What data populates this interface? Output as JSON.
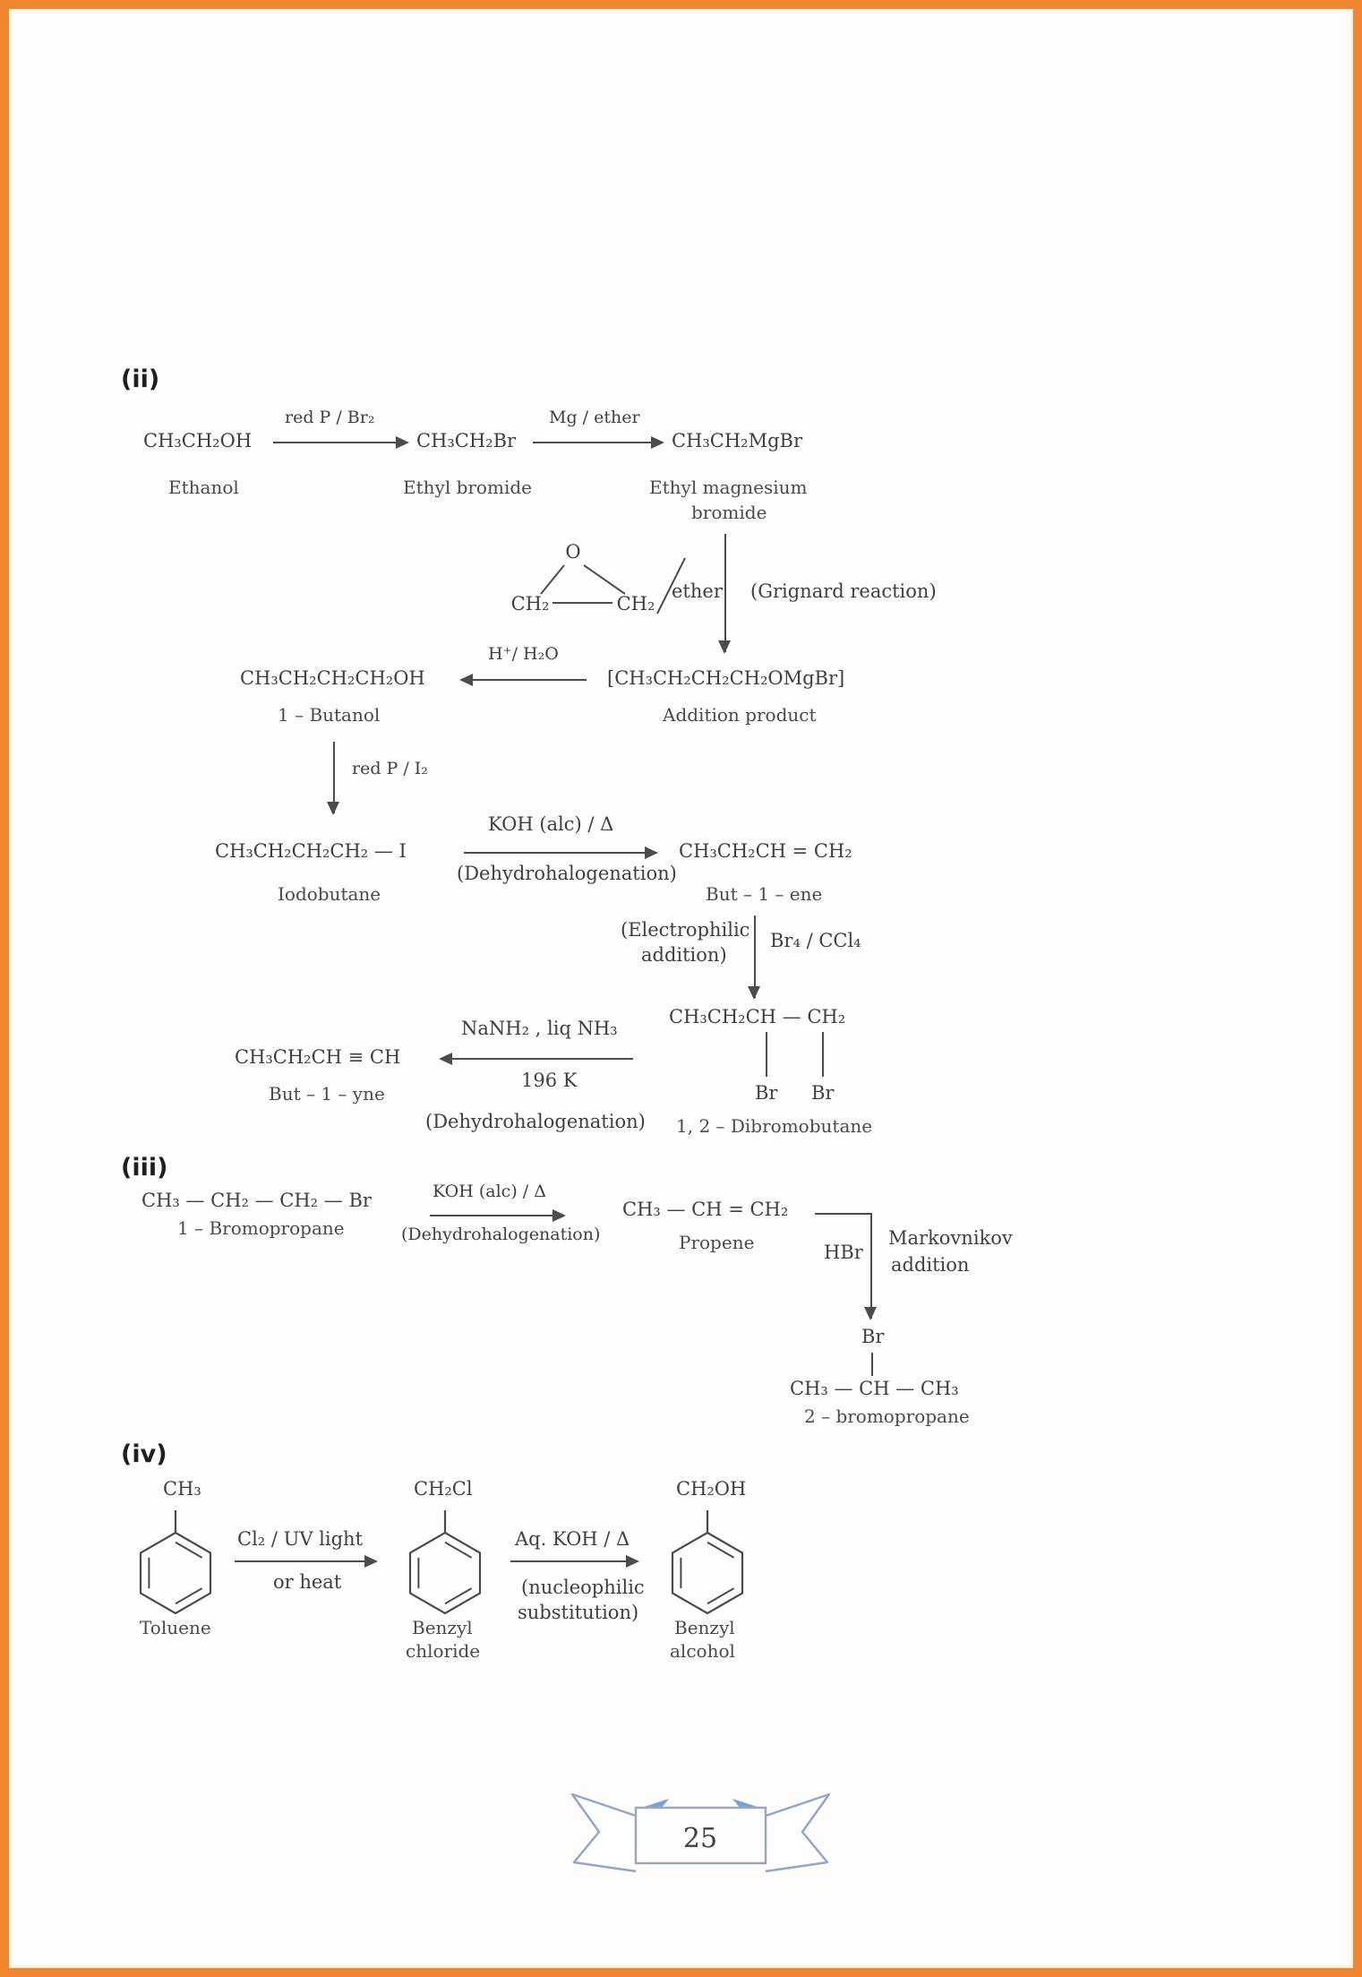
{
  "page": {
    "number": "25",
    "border_color": "#f0862f",
    "ribbon_blue": "#8fa6cf",
    "ribbon_gray": "#9aa7ba",
    "text_color": "#3f3f3f"
  },
  "sections": {
    "ii": {
      "label": "(ii)",
      "row1": {
        "reactant": "CH₃CH₂OH",
        "reactant_name": "Ethanol",
        "arrow1_label": "red P / Br₂",
        "mid": "CH₃CH₂Br",
        "mid_name": "Ethyl bromide",
        "arrow2_label": "Mg / ether",
        "product": "CH₃CH₂MgBr",
        "product_name_line1": "Ethyl magnesium",
        "product_name_line2": "bromide"
      },
      "epoxide": {
        "o": "O",
        "ch2_left": "CH₂",
        "ch2_right": "CH₂",
        "ether": "ether",
        "note": "(Grignard reaction)"
      },
      "row2": {
        "product": "CH₃CH₂CH₂CH₂OH",
        "product_name": "1 – Butanol",
        "arrow_label": "H⁺/ H₂O",
        "addition": "[CH₃CH₂CH₂CH₂OMgBr]",
        "addition_name": "Addition product",
        "down_label": "red P / I₂"
      },
      "row3": {
        "reactant": "CH₃CH₂CH₂CH₂ — I",
        "reactant_name": "Iodobutane",
        "arrow_top": "KOH (alc) / Δ",
        "arrow_bottom": "(Dehydrohalogenation)",
        "product": "CH₃CH₂CH = CH₂",
        "product_name": "But – 1 – ene"
      },
      "row4": {
        "note_line1": "(Electrophilic",
        "note_line2": "addition)",
        "down_label": "Br₄ / CCl₄",
        "dibromo": "CH₃CH₂CH — CH₂",
        "br_left": "Br",
        "br_right": "Br",
        "dibromo_name": "1, 2 – Dibromobutane"
      },
      "row5": {
        "product": "CH₃CH₂CH ≡ CH",
        "product_name": "But – 1 – yne",
        "arrow_top": "NaNH₂ , liq  NH₃",
        "arrow_mid": "196 K",
        "arrow_bottom": "(Dehydrohalogenation)"
      }
    },
    "iii": {
      "label": "(iii)",
      "reactant": "CH₃ — CH₂ — CH₂ — Br",
      "reactant_name": "1 – Bromopropane",
      "arrow_top": "KOH (alc) / Δ",
      "arrow_bottom": "(Dehydrohalogenation)",
      "product": "CH₃ — CH = CH₂",
      "product_name": "Propene",
      "hbr": "HBr",
      "markovnikov_line1": "Markovnikov",
      "markovnikov_line2": "addition",
      "br": "Br",
      "product2": "CH₃ — CH — CH₃",
      "product2_name": "2 – bromopropane"
    },
    "iv": {
      "label": "(iv)",
      "toluene_sub": "CH₃",
      "toluene_name": "Toluene",
      "arrow1_top": "Cl₂ / UV  light",
      "arrow1_bottom": "or heat",
      "benzyl_chloride_sub": "CH₂Cl",
      "benzyl_chloride_name_line1": "Benzyl",
      "benzyl_chloride_name_line2": "chloride",
      "arrow2_top": "Aq. KOH  / Δ",
      "arrow2_bottom_line1": "(nucleophilic",
      "arrow2_bottom_line2": "substitution)",
      "benzyl_alcohol_sub": "CH₂OH",
      "benzyl_alcohol_name_line1": "Benzyl",
      "benzyl_alcohol_name_line2": "alcohol"
    }
  }
}
